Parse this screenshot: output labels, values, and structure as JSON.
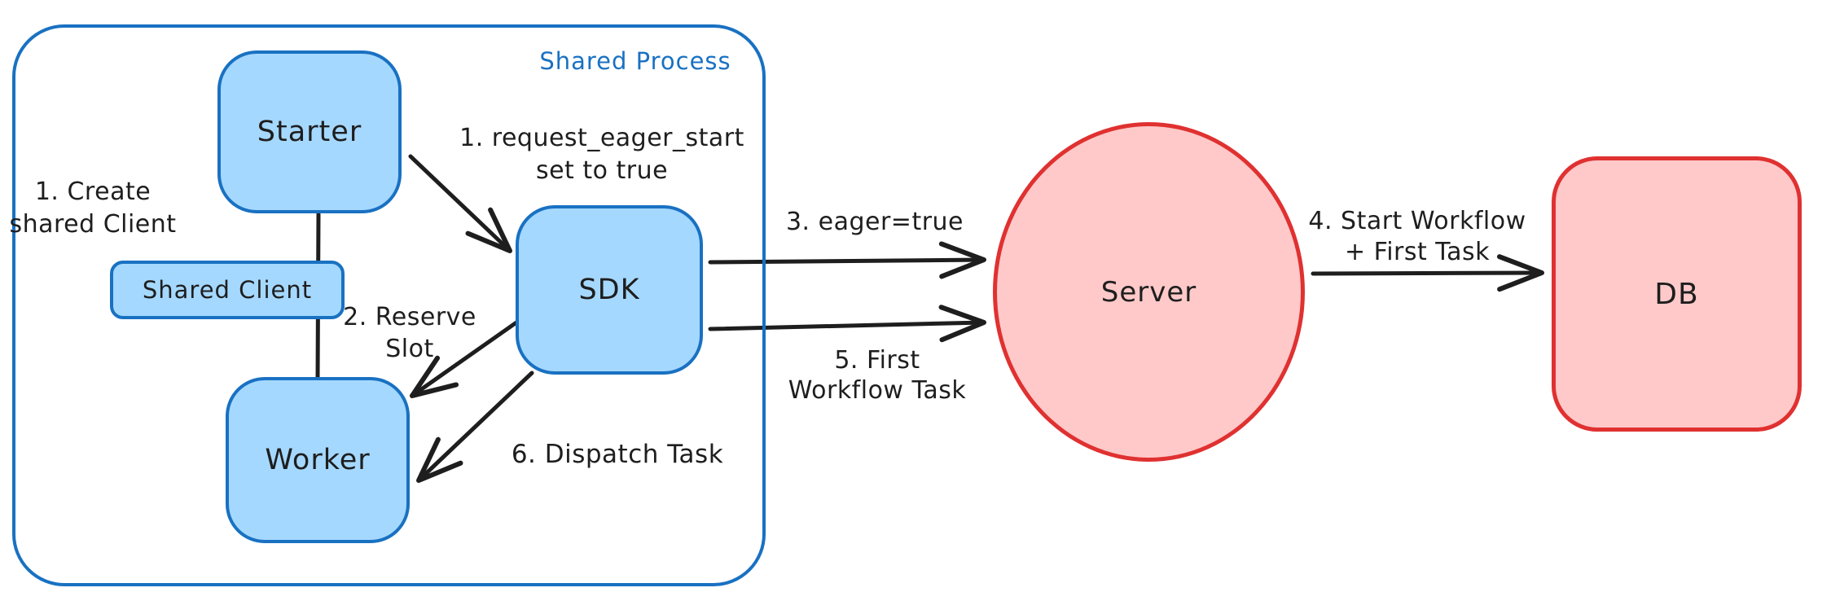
{
  "colors": {
    "background": "#ffffff",
    "ink": "#1e1e1e",
    "blue_stroke": "#1971c2",
    "blue_fill": "#a5d8ff",
    "blue_label": "#1971c2",
    "red_stroke": "#e03131",
    "red_fill": "#ffc9c9"
  },
  "shared_process": {
    "label": "Shared Process",
    "nodes": {
      "starter": "Starter",
      "shared_client": "Shared Client",
      "worker": "Worker",
      "sdk": "SDK"
    }
  },
  "external_nodes": {
    "server": "Server",
    "db": "DB"
  },
  "annotations": {
    "create_shared_client": {
      "line1": "1. Create",
      "line2": "shared Client"
    },
    "request_eager_start": {
      "line1": "1. request_eager_start",
      "line2": "set to true"
    },
    "reserve_slot": {
      "line1": "2. Reserve",
      "line2": "Slot"
    },
    "eager_true": {
      "text": "3. eager=true"
    },
    "start_workflow": {
      "line1": "4. Start Workflow",
      "line2": "+ First Task"
    },
    "first_workflow_task": {
      "line1": "5. First",
      "line2": "Workflow Task"
    },
    "dispatch_task": {
      "text": "6. Dispatch Task"
    }
  }
}
